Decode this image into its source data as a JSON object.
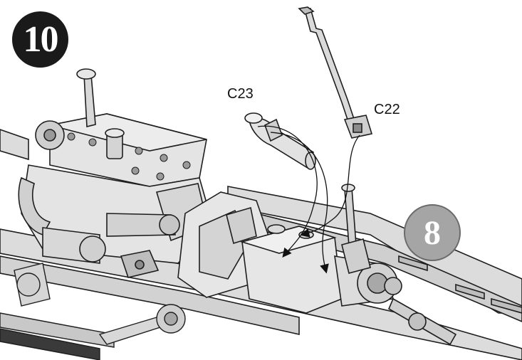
{
  "step_number": "10",
  "reference_step": "8",
  "callouts": [
    {
      "id": "c23",
      "label": "C23"
    },
    {
      "id": "c22",
      "label": "C22"
    }
  ],
  "colors": {
    "step_badge": "#1a1a1a",
    "reference_badge": "#a5a5a5",
    "part_fill": "#e4e4e4",
    "outline": "#1e1e1e"
  }
}
